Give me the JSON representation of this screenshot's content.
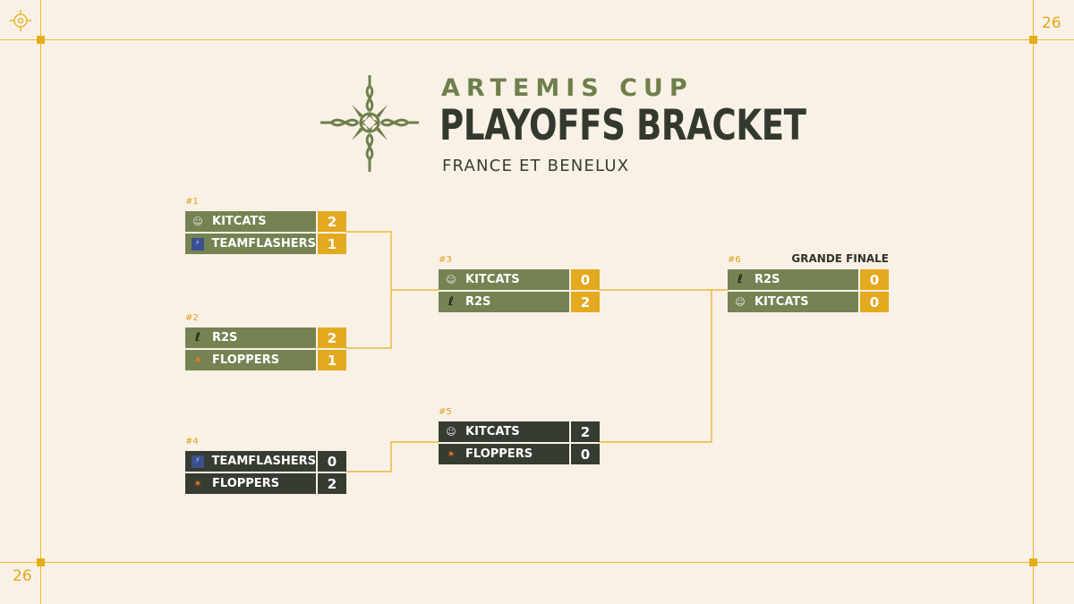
{
  "page": {
    "number_top_right": "26",
    "number_bottom_left": "26",
    "accent_color": "#e6ad19",
    "olive_color": "#758352",
    "dark_color": "#373c32"
  },
  "header": {
    "logo": "compass-star-logo",
    "event": "ARTEMIS CUP",
    "title": "PLAYOFFS BRACKET",
    "region": "FRANCE ET BENELUX"
  },
  "matches": [
    {
      "id": "#1",
      "style": "olive",
      "label": "",
      "teams": [
        {
          "name": "KITCATS",
          "icon": "kitcats-icon",
          "score": "2"
        },
        {
          "name": "TEAMFLASHERS",
          "icon": "teamflashers-icon",
          "score": "1"
        }
      ]
    },
    {
      "id": "#2",
      "style": "olive",
      "label": "",
      "teams": [
        {
          "name": "R2S",
          "icon": "r2s-icon",
          "score": "2"
        },
        {
          "name": "FLOPPERS",
          "icon": "floppers-icon",
          "score": "1"
        }
      ]
    },
    {
      "id": "#3",
      "style": "olive",
      "label": "",
      "teams": [
        {
          "name": "KITCATS",
          "icon": "kitcats-icon",
          "score": "0"
        },
        {
          "name": "R2S",
          "icon": "r2s-icon",
          "score": "2"
        }
      ]
    },
    {
      "id": "#4",
      "style": "dark",
      "label": "",
      "teams": [
        {
          "name": "TEAMFLASHERS",
          "icon": "teamflashers-icon",
          "score": "0"
        },
        {
          "name": "FLOPPERS",
          "icon": "floppers-icon",
          "score": "2"
        }
      ]
    },
    {
      "id": "#5",
      "style": "dark",
      "label": "",
      "teams": [
        {
          "name": "KITCATS",
          "icon": "kitcats-icon",
          "score": "2"
        },
        {
          "name": "FLOPPERS",
          "icon": "floppers-icon",
          "score": "0"
        }
      ]
    },
    {
      "id": "#6",
      "style": "olive",
      "label": "GRANDE FINALE",
      "teams": [
        {
          "name": "R2S",
          "icon": "r2s-icon",
          "score": "0"
        },
        {
          "name": "KITCATS",
          "icon": "kitcats-icon",
          "score": "0"
        }
      ]
    }
  ]
}
